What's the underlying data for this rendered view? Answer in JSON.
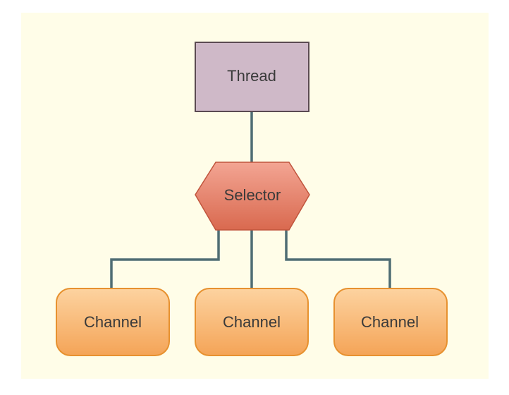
{
  "diagram": {
    "nodes": {
      "thread": {
        "label": "Thread"
      },
      "selector": {
        "label": "Selector"
      },
      "channels": [
        {
          "label": "Channel"
        },
        {
          "label": "Channel"
        },
        {
          "label": "Channel"
        }
      ]
    },
    "colors": {
      "background": "#fffde8",
      "thread_fill": "#cfb9c8",
      "thread_stroke": "#5b4a52",
      "selector_fill_top": "#f3a593",
      "selector_fill_bottom": "#d9694f",
      "selector_stroke": "#c0553d",
      "channel_fill_top": "#fdd3a0",
      "channel_fill_bottom": "#f4a457",
      "channel_stroke": "#e7912f",
      "connector": "#4f6d73"
    }
  }
}
